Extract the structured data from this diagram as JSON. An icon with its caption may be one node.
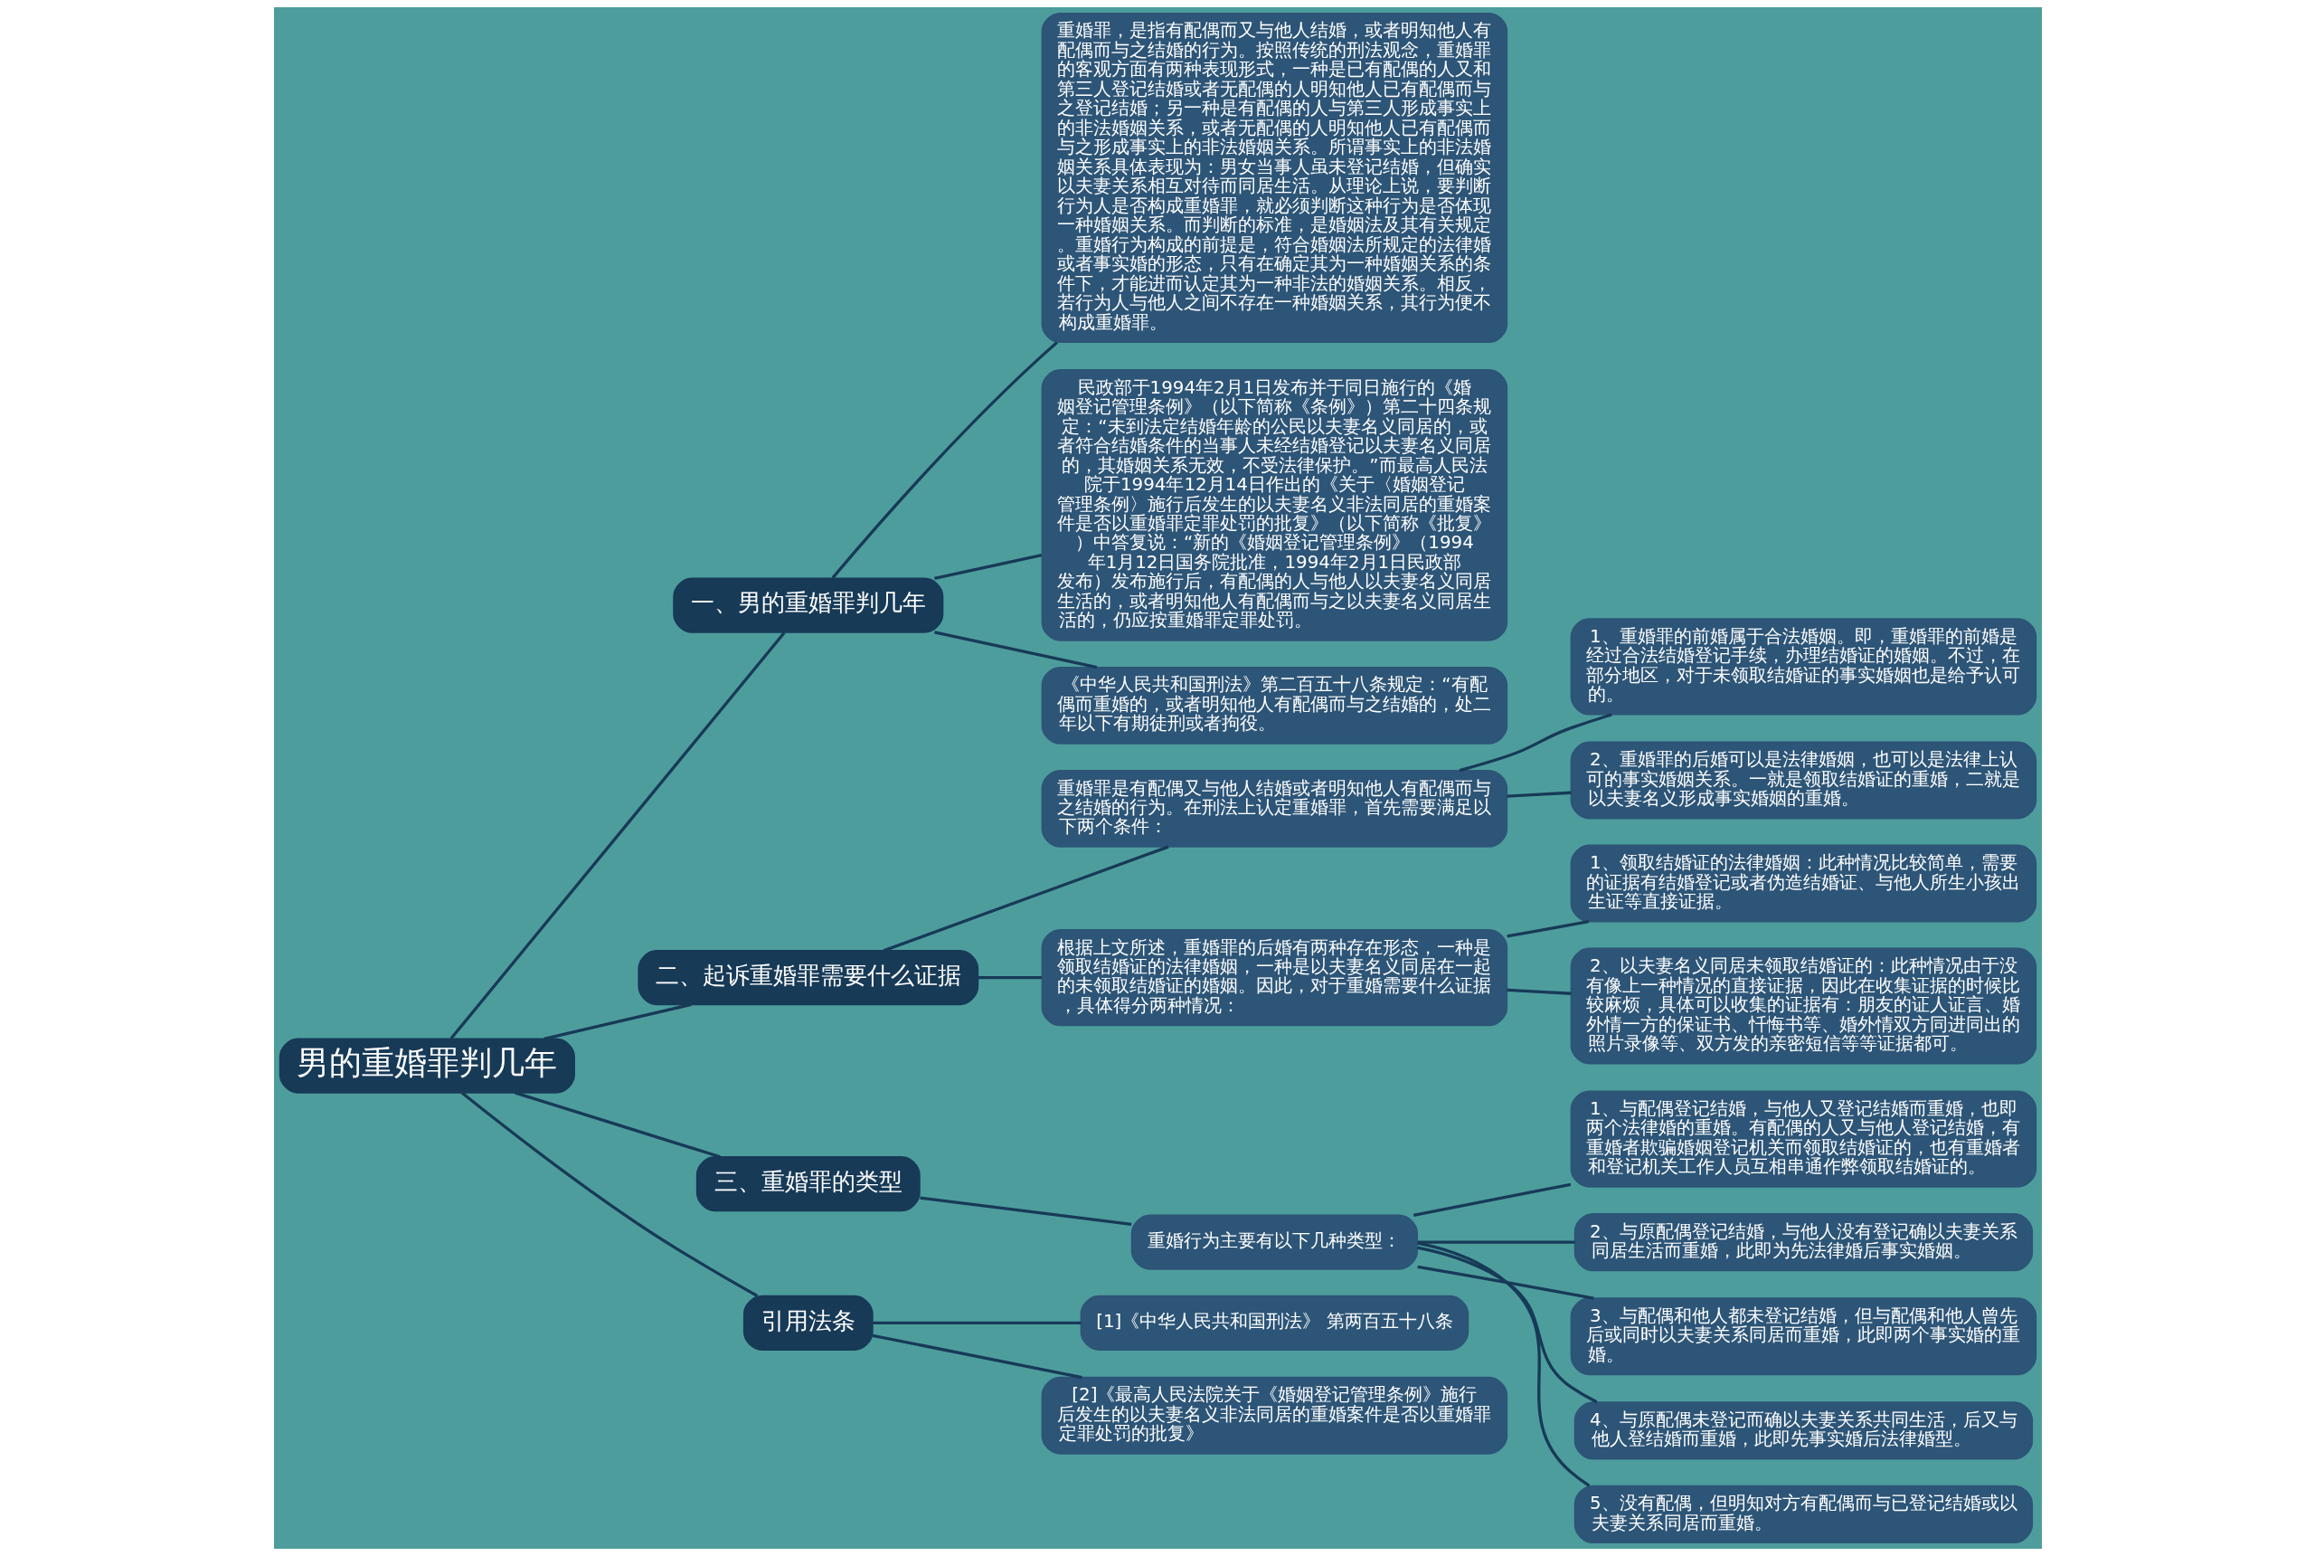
{
  "diagram": {
    "nodes": [
      {
        "text": [
          "男的重婚罪判几年"
        ]
      },
      {
        "text": [
          "一、男的重婚罪判几年"
        ]
      },
      {
        "text": [
          "重婚罪，是指有配偶而又与他人结婚，或者明知他人有配偶而与之结婚的行为。按照传统的刑法观念，重婚罪的客观方面有两种表现形式，一种是已有配偶的人又和第三人登记结婚或者无配偶的人明知他人已有配偶而与之登记结婚；另一种是有配偶的人与第三人形成事实上的非法婚姻关系，或者无配偶的人明知他人已有配偶而与之形成事实上的非法婚姻关系。所谓事实上的非法婚姻关系具体表现为：男女当事人虽未登记结婚，但确实以夫妻关系相互对待而同居生活。从理论上说，要判断行为人是否构成重婚罪，就必须判断这种行为是否体现一种婚姻关系。而判断的标准，是婚姻法及其有关规定。重婚行为构成的前提是，符合婚姻法所规定的法律婚或者事实婚的形态，只有在确定其为一种婚姻关系的条件下，才能进而认定其为一种非法的婚姻关系。相反，若行为人与他人之间不存在一种婚姻关系，其行为便不构成重婚罪。"
        ]
      },
      {
        "text": [
          "民政部于1994年2月1日发布并于同日施行的《婚姻登记管理条例》（以下简称《条例》）第二十四条规定：“未到法定结婚年龄的公民以夫妻名义同居的，或者符合结婚条件的当事人未经结婚登记以夫妻名义同居的，其婚姻关系无效，不受法律保护。”而最高人民法院于1994年12月14日作出的《关于〈婚姻登记管理条例〉施行后发生的以夫妻名义非法同居的重婚案件是否以重婚罪定罪处罚的批复》（以下简称《批复》）中答复说：“新的《婚姻登记管理条例》（1994年1月12日国务院批准，1994年2月1日民政部发布）发布施行后，有配偶的人与他人以夫妻名义同居生活的，或者明知他人有配偶而与之以夫妻名义同居生活的，仍应按重婚罪定罪处罚。"
        ]
      },
      {
        "text": [
          "《中华人民共和国刑法》第二百五十八条规定：“有配偶而重婚的，或者明知他人有配偶而与之结婚的，处二年以下有期徒刑或者拘役。"
        ]
      },
      {
        "text": [
          "二、起诉重婚罪需要什么证据"
        ]
      },
      {
        "text": [
          "重婚罪是有配偶又与他人结婚或者明知他人有配偶而与之结婚的行为。在刑法上认定重婚罪，首先需要满足以下两个条件："
        ]
      },
      {
        "text": [
          "1、重婚罪的前婚属于合法婚姻。即，重婚罪的前婚是经过合法结婚登记手续，办理结婚证的婚姻。不过，在部分地区，对于未领取结婚证的事实婚姻也是给予认可的。"
        ]
      },
      {
        "text": [
          "2、重婚罪的后婚可以是法律婚姻，也可以是法律上认可的事实婚姻关系。一就是领取结婚证的重婚，二就是以夫妻名义形成事实婚姻的重婚。"
        ]
      },
      {
        "text": [
          "根据上文所述，重婚罪的后婚有两种存在形态，一种是领取结婚证的法律婚姻，一种是以夫妻名义同居在一起的未领取结婚证的婚姻。因此，对于重婚需要什么证据，具体得分两种情况："
        ]
      },
      {
        "text": [
          "1、领取结婚证的法律婚姻：此种情况比较简单，需要的证据有结婚登记或者伪造结婚证、与他人所生小孩出生证等直接证据。"
        ]
      },
      {
        "text": [
          "2、以夫妻名义同居未领取结婚证的：此种情况由于没有像上一种情况的直接证据，因此在收集证据的时候比较麻烦，具体可以收集的证据有：朋友的证人证言、婚外情一方的保证书、忏悔书等、婚外情双方同进同出的照片录像等、双方发的亲密短信等等证据都可。"
        ]
      },
      {
        "text": [
          "三、重婚罪的类型"
        ]
      },
      {
        "text": [
          "重婚行为主要有以下几种类型："
        ]
      },
      {
        "text": [
          "1、与配偶登记结婚，与他人又登记结婚而重婚，也即两个法律婚的重婚。有配偶的人又与他人登记结婚，有重婚者欺骗婚姻登记机关而领取结婚证的，也有重婚者和登记机关工作人员互相串通作弊领取结婚证的。"
        ]
      },
      {
        "text": [
          "2、与原配偶登记结婚，与他人没有登记确以夫妻关系同居生活而重婚，此即为先法律婚后事实婚姻。"
        ]
      },
      {
        "text": [
          "3、与配偶和他人都未登记结婚，但与配偶和他人曾先后或同时以夫妻关系同居而重婚，此即两个事实婚的重婚。"
        ]
      },
      {
        "text": [
          "4、与原配偶未登记而确以夫妻关系共同生活，后又与他人登结婚而重婚，此即先事实婚后法律婚型。"
        ]
      },
      {
        "text": [
          "5、没有配偶，但明知对方有配偶而与已登记结婚或以夫妻关系同居而重婚。"
        ]
      },
      {
        "text": [
          "引用法条"
        ]
      },
      {
        "text": [
          "[1]《中华人民共和国刑法》 第两百五十八条"
        ]
      },
      {
        "text": [
          "[2]《最高人民法院关于《婚姻登记管理条例》施行后发生的以夫妻名义非法同居的重婚案件是否以重婚罪定罪处罚的批复》"
        ]
      }
    ],
    "edges": [
      {
        "from": 0,
        "to": 1,
        "arrow": "none"
      },
      {
        "from": 1,
        "to": 2,
        "arrow": "none"
      },
      {
        "from": 1,
        "to": 3,
        "arrow": "none"
      },
      {
        "from": 1,
        "to": 4,
        "arrow": "none"
      },
      {
        "from": 0,
        "to": 5,
        "arrow": "none"
      },
      {
        "from": 5,
        "to": 6,
        "arrow": "none"
      },
      {
        "from": 6,
        "to": 7,
        "arrow": "none"
      },
      {
        "from": 6,
        "to": 8,
        "arrow": "none"
      },
      {
        "from": 5,
        "to": 9,
        "arrow": "none"
      },
      {
        "from": 9,
        "to": 10,
        "arrow": "none"
      },
      {
        "from": 9,
        "to": 11,
        "arrow": "none"
      },
      {
        "from": 0,
        "to": 12,
        "arrow": "none"
      },
      {
        "from": 12,
        "to": 13,
        "arrow": "none"
      },
      {
        "from": 13,
        "to": 14,
        "arrow": "none"
      },
      {
        "from": 13,
        "to": 15,
        "arrow": "none"
      },
      {
        "from": 13,
        "to": 16,
        "arrow": "none"
      },
      {
        "from": 13,
        "to": 17,
        "arrow": "none"
      },
      {
        "from": 13,
        "to": 18,
        "arrow": "none"
      },
      {
        "from": 0,
        "to": 19,
        "arrow": "none"
      },
      {
        "from": 19,
        "to": 20,
        "arrow": "none"
      },
      {
        "from": 19,
        "to": 21,
        "arrow": "none"
      }
    ]
  }
}
